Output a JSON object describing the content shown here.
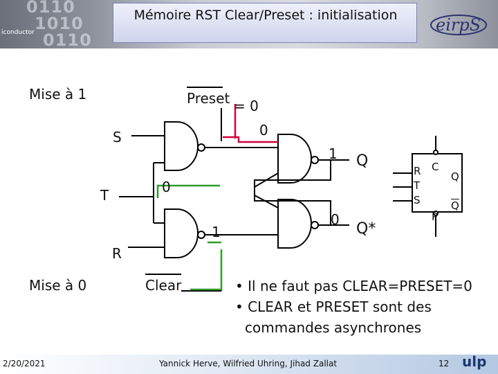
{
  "header": {
    "title": "Mémoire RST Clear/Preset : initialisation",
    "binary_bits": [
      "0110",
      "1010",
      "0110"
    ],
    "chip_label": "iconductor",
    "logo_text": "eirpS"
  },
  "labels": {
    "mise_a_1": "Mise à 1",
    "preset": "Preset",
    "preset_eq": "= 0",
    "s": "S",
    "t": "T",
    "r": "R",
    "mise_a_0": "Mise à 0",
    "clear": "Clear",
    "top_out_val": "0",
    "mid_val_left": "0",
    "q_val": "1",
    "q": "Q",
    "qstar_val": "0",
    "qstar": "Q*",
    "bot_in_val": "1"
  },
  "symbol": {
    "r": "R",
    "t": "T",
    "s": "S",
    "c": "C",
    "p": "P",
    "q": "Q",
    "qbar": "Q"
  },
  "notes": [
    "• Il ne faut pas CLEAR=PRESET=0",
    "• CLEAR et PRESET sont des",
    "commandes asynchrones"
  ],
  "footer": {
    "date": "2/20/2021",
    "authors": "Yannick Herve, Wilfried Uhring, Jihad Zallat",
    "page": "12",
    "logo": "ulp"
  },
  "colors": {
    "highlight": "#d4003c",
    "wire_green": "#2f9b2f",
    "wire": "#000000"
  }
}
